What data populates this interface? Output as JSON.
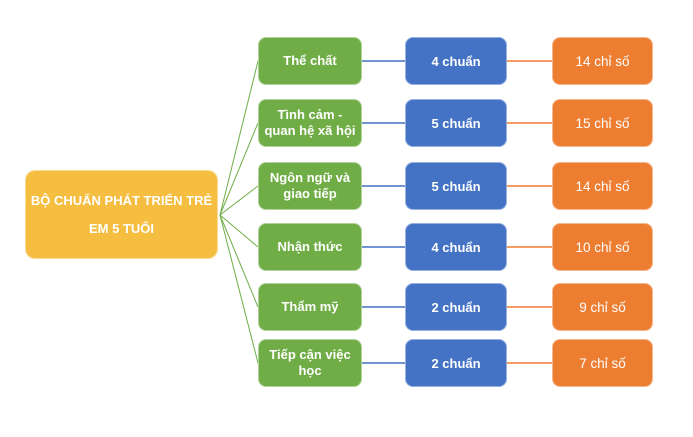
{
  "root": {
    "label": "BỘ CHUẨN PHÁT TRIỂN TRẺ EM 5 TUỔI"
  },
  "rows": [
    {
      "area": "Thể chất",
      "standards": "4 chuẩn",
      "indicators": "14 chỉ số"
    },
    {
      "area": "Tình cảm - quan hệ xã hội",
      "standards": "5 chuẩn",
      "indicators": "15 chỉ số"
    },
    {
      "area": "Ngôn ngữ và giao tiếp",
      "standards": "5 chuẩn",
      "indicators": "14 chỉ số"
    },
    {
      "area": "Nhận thức",
      "standards": "4 chuẩn",
      "indicators": "10 chỉ số"
    },
    {
      "area": "Thẩm mỹ",
      "standards": "2 chuẩn",
      "indicators": "9 chỉ số"
    },
    {
      "area": "Tiếp cận việc học",
      "standards": "2 chuẩn",
      "indicators": "7 chỉ số"
    }
  ],
  "colors": {
    "root": "#F5BE41",
    "area": "#70AD47",
    "standards": "#4472C4",
    "indicators": "#ED7D31"
  }
}
